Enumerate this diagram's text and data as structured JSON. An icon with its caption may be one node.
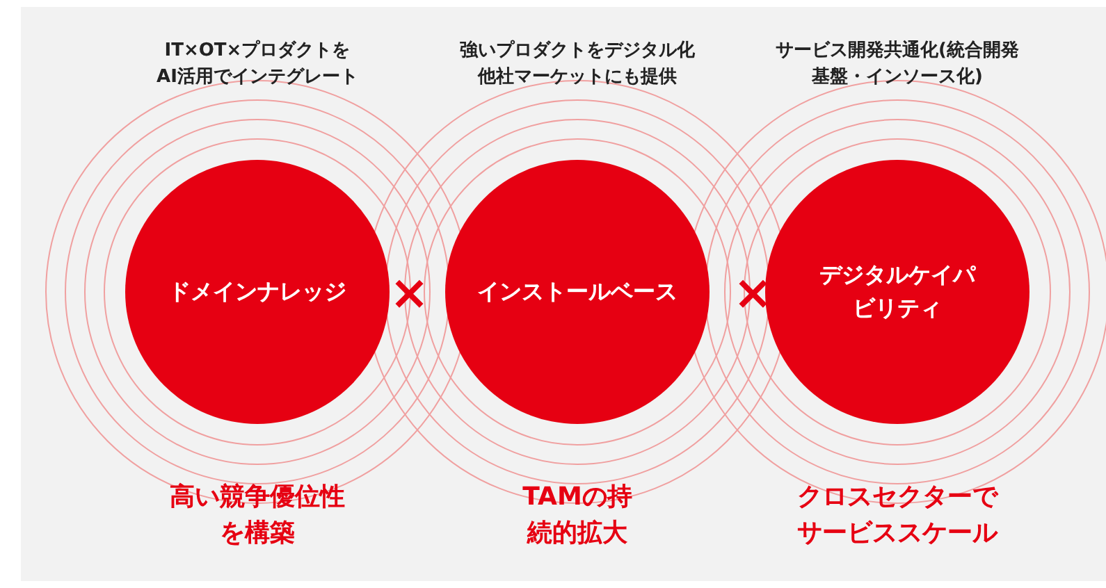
{
  "diagram": {
    "nodes": [
      {
        "text": [
          "IT×OT×プロダクトをAI活用でインテグレート",
          "ドメインナレッジ"
        ],
        "beside": [
          "高い競争優位性を構築"
        ]
      },
      {
        "text": [
          "強いプロダクトをデジタル化他社マーケットにも提供",
          "インストールベース"
        ],
        "beside": [
          "TAMの持続的拡大"
        ]
      },
      {
        "text": [
          "サービス開発共通化(統合開発基盤・インソース化)",
          "デジタルケイパビリティ"
        ],
        "beside": [
          "クロスセクターでサービススケール"
        ]
      }
    ],
    "labels": [
      "×",
      "×"
    ]
  }
}
